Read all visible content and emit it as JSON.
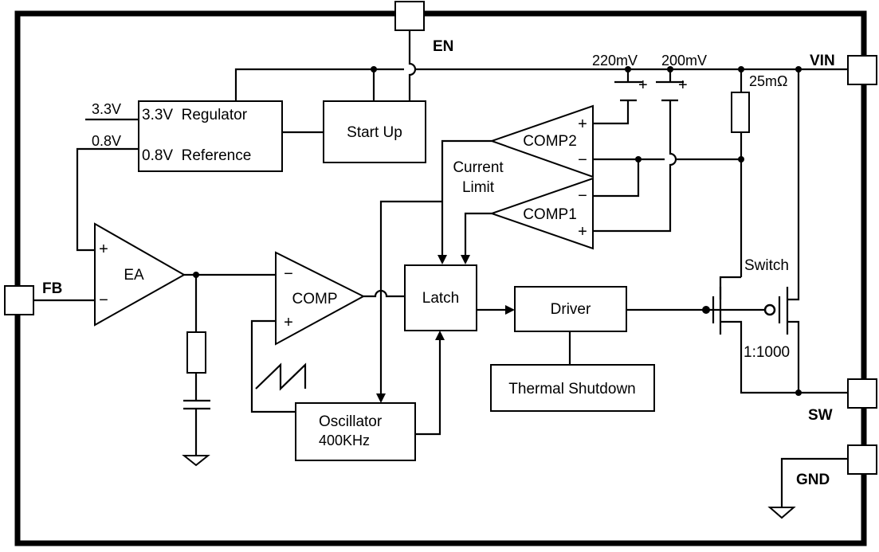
{
  "pins": {
    "en": "EN",
    "vin": "VIN",
    "fb": "FB",
    "sw": "SW",
    "gnd": "GND"
  },
  "blocks": {
    "regulator": "3.3V  Regulator",
    "reference": "0.8V  Reference",
    "startup": "Start Up",
    "latch": "Latch",
    "driver": "Driver",
    "thermal": "Thermal Shutdown",
    "oscillator": "Oscillator",
    "osc_freq": "400KHz"
  },
  "amplifiers": {
    "ea": "EA",
    "comp": "COMP",
    "comp1": "COMP1",
    "comp2": "COMP2",
    "current_limit_1": "Current",
    "current_limit_2": "Limit"
  },
  "labels": {
    "v33": "3.3V",
    "v08": "0.8V",
    "mv220": "220mV",
    "mv200": "200mV",
    "rsense": "25mΩ",
    "switch": "Switch",
    "ratio": "1:1000"
  },
  "signs": {
    "plus": "+",
    "minus": "−"
  }
}
